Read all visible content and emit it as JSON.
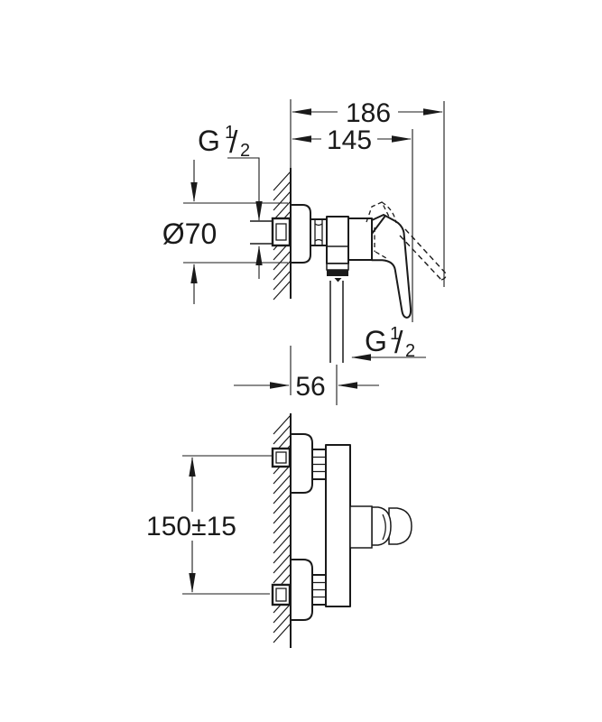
{
  "drawing": {
    "kind": "technical-installation-drawing",
    "subject": "wall-mounted single-lever shower mixer, side view and front view",
    "colors": {
      "line": "#1a1a1a",
      "background": "#ffffff"
    },
    "dims": {
      "total_depth": "186",
      "body_depth": "145",
      "escutcheon_diameter": "Ø70",
      "outlet_offset": "56",
      "connection_spacing": "150±15",
      "thread_top": {
        "g": "G",
        "sup": "1",
        "slash": "/",
        "sub": "2"
      },
      "thread_bottom": {
        "g": "G",
        "sup": "1",
        "slash": "/",
        "sub": "2"
      }
    }
  }
}
